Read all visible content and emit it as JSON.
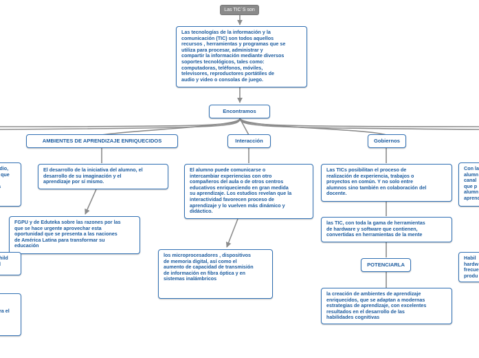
{
  "root": "Las TIC´S son",
  "definition": "Las tecnologías de la información y la\ncomunicación (TIC) son todos aquellos\nrecursos , herramientas y programas que se\nutiliza para procesar, administrar y\ncompartir la información mediante diversos\nsoportes tecnológicos, tales como:\ncomputadoras, teléfonos, móviles,\ntelevisores, reproductores portátiles de\naudio y video o consolas de juego.",
  "connector": "Encontramos",
  "branches": {
    "ambientes": {
      "title": "AMBIENTES DE APRENDIZAJE ENRIQUECIDOS",
      "desc": "El desarrollo de la iniciativa del alumno, el\ndesarrollo de su imaginación y el\naprendizaje por sí mismo.",
      "child": "FGPU y de Eduteka sobre las razones por las\nque se hace urgente aprovechar esta\noportunidad que se presenta a las naciones\nde América Latina para transformar su\neducación"
    },
    "interaccion": {
      "title": "Interacción",
      "desc": "El alumno puede comunicarse o\nintercambiar experiencias con otro\ncompañeros del aula o de otros centros\neducativos enriqueciendo en gran medida\nsu aprendizaje. Los estudios revelan que la\ninteractividad favorecen proceso de\naprendizaje y lo vuelven más dinámico y\ndidáctico.",
      "child": "los microprocesadores , dispositivos\nde  memoria digital, así como el\naumento de capacidad de transmisión\nde información  en fibra óptica y en\nsistemas inalámbricos"
    },
    "gobiernos": {
      "title": "Gobiernos",
      "desc": "Las TICs posibilitan el proceso de\nrealización de experiencia, trabajos o\nproyectos en común. Y no solo entre\nalumnos sino también en colaboración del\ndocente.",
      "desc2": "las TIC, con toda la gama de herramientas\nde hardware y software que  contienen,\nconvertidas en herramientas de la mente",
      "potenciarla": "POTENCIARLA",
      "child": "la creación de ambientes de aprendizaje\nenriquecidos, que se adaptan a  modernas\nestrategias de aprendizaje, con excelentes\nresultados en el desarrollo de  las\nhabilidades cognitivas"
    }
  },
  "left_partial": {
    "top": "udio,\ns que\n\nla",
    "middle": "child\nel",
    "bottom": "s\n\nara el\n\na"
  },
  "right_partial": {
    "top": "Con la\nalumn\ncanal\nque p\nalumn\naprend",
    "bottom": "Habil\nhardw\nfrecue\nprodu"
  }
}
